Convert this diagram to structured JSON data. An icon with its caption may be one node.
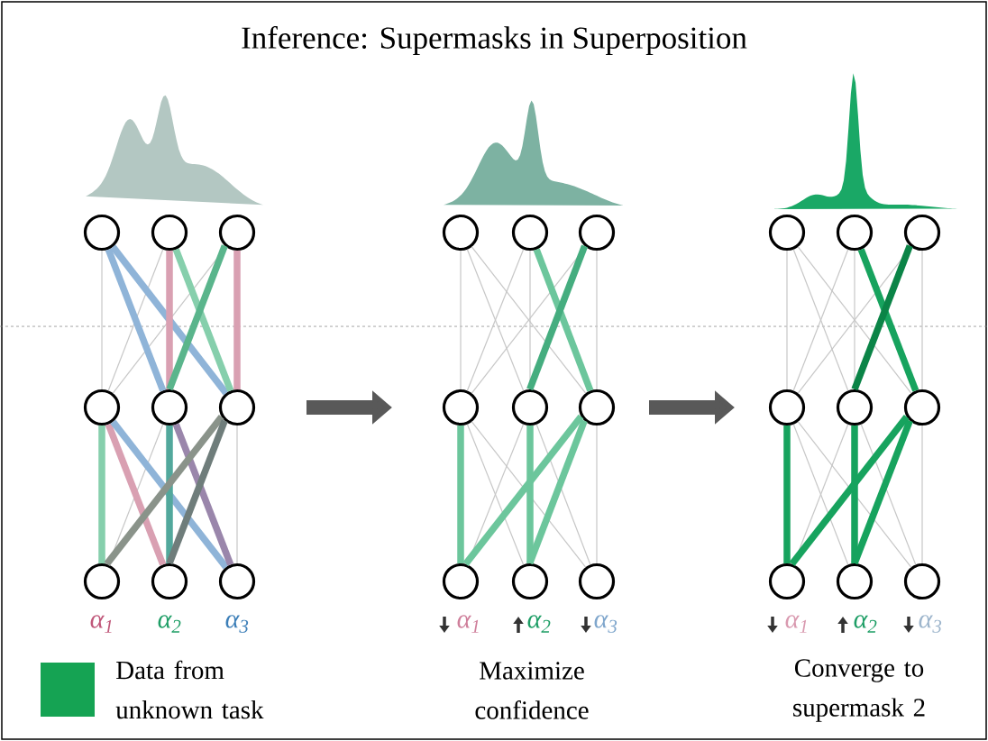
{
  "diagram": {
    "title": "Inference: Supermasks in Superposition",
    "nodes": [
      {
        "text": [],
        "shape": "circle"
      },
      {
        "text": [],
        "shape": "circle"
      },
      {
        "text": [],
        "shape": "circle"
      },
      {
        "text": [],
        "shape": "circle"
      },
      {
        "text": [],
        "shape": "circle"
      },
      {
        "text": [],
        "shape": "circle"
      },
      {
        "text": [],
        "shape": "circle"
      },
      {
        "text": [],
        "shape": "circle"
      },
      {
        "text": [],
        "shape": "circle"
      },
      {
        "text": [],
        "shape": "circle"
      },
      {
        "text": [],
        "shape": "circle"
      },
      {
        "text": [],
        "shape": "circle"
      },
      {
        "text": [],
        "shape": "circle"
      },
      {
        "text": [],
        "shape": "circle"
      },
      {
        "text": [],
        "shape": "circle"
      },
      {
        "text": [],
        "shape": "circle"
      },
      {
        "text": [],
        "shape": "circle"
      },
      {
        "text": [],
        "shape": "circle"
      },
      {
        "text": [],
        "shape": "circle"
      },
      {
        "text": [],
        "shape": "circle"
      },
      {
        "text": [],
        "shape": "circle"
      },
      {
        "text": [],
        "shape": "circle"
      },
      {
        "text": [],
        "shape": "circle"
      },
      {
        "text": [],
        "shape": "circle"
      },
      {
        "text": [],
        "shape": "circle"
      },
      {
        "text": [],
        "shape": "circle"
      },
      {
        "text": [],
        "shape": "circle"
      }
    ],
    "edges": [
      {
        "from": 0,
        "to": 3,
        "arrow": "none"
      },
      {
        "from": 1,
        "to": 3,
        "arrow": "none"
      },
      {
        "from": 2,
        "to": 3,
        "arrow": "none"
      },
      {
        "from": 4,
        "to": 6,
        "arrow": "none"
      },
      {
        "from": 5,
        "to": 8,
        "arrow": "none"
      },
      {
        "from": 9,
        "to": 12,
        "arrow": "none"
      },
      {
        "from": 9,
        "to": 13,
        "arrow": "none"
      },
      {
        "from": 9,
        "to": 14,
        "arrow": "none"
      },
      {
        "from": 10,
        "to": 12,
        "arrow": "none"
      },
      {
        "from": 10,
        "to": 13,
        "arrow": "none"
      },
      {
        "from": 11,
        "to": 12,
        "arrow": "none"
      },
      {
        "from": 11,
        "to": 14,
        "arrow": "none"
      },
      {
        "from": 12,
        "to": 16,
        "arrow": "none"
      },
      {
        "from": 12,
        "to": 17,
        "arrow": "none"
      },
      {
        "from": 13,
        "to": 15,
        "arrow": "none"
      },
      {
        "from": 13,
        "to": 17,
        "arrow": "none"
      },
      {
        "from": 14,
        "to": 17,
        "arrow": "none"
      },
      {
        "from": 18,
        "to": 21,
        "arrow": "none"
      },
      {
        "from": 18,
        "to": 22,
        "arrow": "none"
      },
      {
        "from": 18,
        "to": 23,
        "arrow": "none"
      },
      {
        "from": 19,
        "to": 21,
        "arrow": "none"
      },
      {
        "from": 19,
        "to": 22,
        "arrow": "none"
      },
      {
        "from": 20,
        "to": 21,
        "arrow": "none"
      },
      {
        "from": 20,
        "to": 23,
        "arrow": "none"
      },
      {
        "from": 21,
        "to": 25,
        "arrow": "none"
      },
      {
        "from": 21,
        "to": 26,
        "arrow": "none"
      },
      {
        "from": 22,
        "to": 24,
        "arrow": "none"
      },
      {
        "from": 22,
        "to": 26,
        "arrow": "none"
      },
      {
        "from": 23,
        "to": 26,
        "arrow": "none"
      },
      {
        "from": 0,
        "to": 4,
        "arrow": "none",
        "style": "thick",
        "color": "#8fb4d8"
      },
      {
        "from": 0,
        "to": 5,
        "arrow": "none",
        "style": "thick",
        "color": "#8fb4d8"
      },
      {
        "from": 1,
        "to": 4,
        "arrow": "none",
        "style": "thick",
        "color": "#d9a0b2"
      },
      {
        "from": 2,
        "to": 5,
        "arrow": "none",
        "style": "thick",
        "color": "#d9a0b2"
      },
      {
        "from": 1,
        "to": 5,
        "arrow": "none",
        "style": "thick",
        "color": "#86cfac"
      },
      {
        "from": 2,
        "to": 4,
        "arrow": "none",
        "style": "thick",
        "color": "#5ab58c"
      },
      {
        "from": 3,
        "to": 6,
        "arrow": "none",
        "style": "thick",
        "color": "#86cfac"
      },
      {
        "from": 3,
        "to": 7,
        "arrow": "none",
        "style": "thick",
        "color": "#d9a0b2"
      },
      {
        "from": 3,
        "to": 8,
        "arrow": "none",
        "style": "thick",
        "color": "#8fb4d8"
      },
      {
        "from": 4,
        "to": 7,
        "arrow": "none",
        "style": "thick",
        "color": "#52a89c"
      },
      {
        "from": 4,
        "to": 8,
        "arrow": "none",
        "style": "thick",
        "color": "#9a86ab"
      },
      {
        "from": 5,
        "to": 6,
        "arrow": "none",
        "style": "thick",
        "color": "#8a938a"
      },
      {
        "from": 5,
        "to": 7,
        "arrow": "none",
        "style": "thick",
        "color": "#6f7d7b"
      },
      {
        "from": 10,
        "to": 14,
        "arrow": "none",
        "style": "thick",
        "color": "#6cc69c"
      },
      {
        "from": 11,
        "to": 13,
        "arrow": "none",
        "style": "thick",
        "color": "#45ad7f"
      },
      {
        "from": 12,
        "to": 15,
        "arrow": "none",
        "style": "thick",
        "color": "#6cc69c"
      },
      {
        "from": 13,
        "to": 16,
        "arrow": "none",
        "style": "thick",
        "color": "#6cc69c"
      },
      {
        "from": 14,
        "to": 15,
        "arrow": "none",
        "style": "thick",
        "color": "#6cc69c"
      },
      {
        "from": 14,
        "to": 16,
        "arrow": "none",
        "style": "thick",
        "color": "#6cc69c"
      },
      {
        "from": 19,
        "to": 23,
        "arrow": "none",
        "style": "thick",
        "color": "#17a35e"
      },
      {
        "from": 20,
        "to": 22,
        "arrow": "none",
        "style": "thick",
        "color": "#0b8447"
      },
      {
        "from": 21,
        "to": 24,
        "arrow": "none",
        "style": "thick",
        "color": "#17a35e"
      },
      {
        "from": 22,
        "to": 25,
        "arrow": "none",
        "style": "thick",
        "color": "#17a35e"
      },
      {
        "from": 23,
        "to": 24,
        "arrow": "none",
        "style": "thick",
        "color": "#17a35e"
      },
      {
        "from": 23,
        "to": 25,
        "arrow": "none",
        "style": "thick",
        "color": "#17a35e"
      }
    ],
    "labels": [
      "α$_{1}$",
      "α$_{2}$",
      "α$_{3}$",
      "α$_{1}$",
      "α$_{2}$",
      "α$_{3}$",
      "α$_{1}$",
      "α$_{2}$",
      "α$_{3}$",
      "Maximize confidence",
      "Converge to supermask 2"
    ],
    "legend": [
      {
        "text": "Data from unknown task",
        "color": "#15a353"
      }
    ]
  }
}
